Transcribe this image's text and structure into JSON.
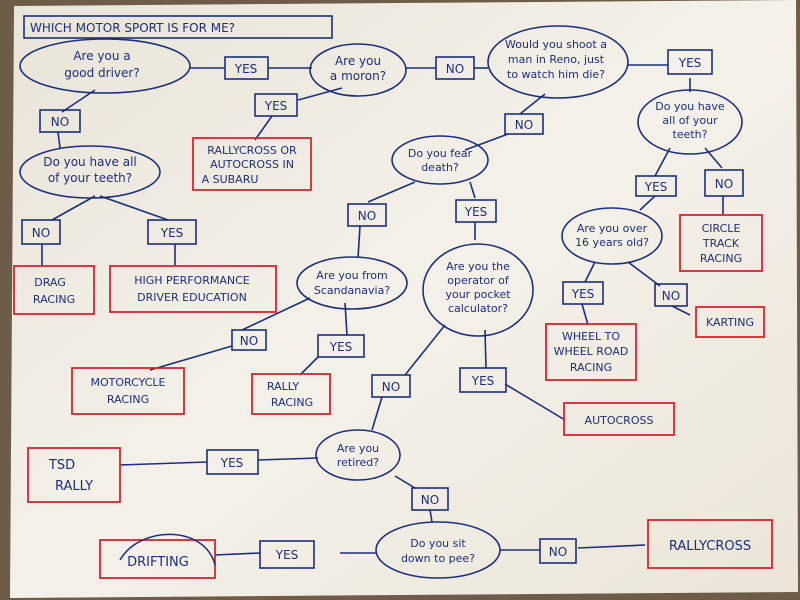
{
  "title": "WHICH MOTOR SPORT IS FOR ME?",
  "colors": {
    "ink": "#1d2f7a",
    "red": "#d8262b",
    "paper": "#f3efe6",
    "background": "#6e5c49"
  },
  "questions": {
    "good_driver": [
      "Are you a",
      "good driver?"
    ],
    "moron": [
      "Are you",
      "a moron?"
    ],
    "shoot": [
      "Would you shoot a",
      "man in Reno, just",
      "to watch him die?"
    ],
    "teeth_left": [
      "Do you have all",
      "of your teeth?"
    ],
    "teeth_right": [
      "Do you have",
      "all of your",
      "teeth?"
    ],
    "fear_death": [
      "Do you fear",
      "death?"
    ],
    "over16": [
      "Are you over",
      "16 years old?"
    ],
    "scandinavia": [
      "Are you from",
      "Scandanavia?"
    ],
    "calculator": [
      "Are you the",
      "operator of",
      "your pocket",
      "calculator?"
    ],
    "retired": [
      "Are you",
      "retired?"
    ],
    "sit_down": [
      "Do you sit",
      "down to pee?"
    ]
  },
  "answers": {
    "yes": "YES",
    "no": "NO"
  },
  "outcomes": {
    "rallycross_subaru": [
      "RALLYCROSS OR",
      "AUTOCROSS IN",
      "A SUBARU"
    ],
    "drag": [
      "DRAG",
      "RACING"
    ],
    "hpde": [
      "HIGH PERFORMANCE",
      "DRIVER EDUCATION"
    ],
    "circle_track": [
      "CIRCLE",
      "TRACK",
      "RACING"
    ],
    "karting": [
      "KARTING"
    ],
    "wheel_to_wheel": [
      "WHEEL TO",
      "WHEEL ROAD",
      "RACING"
    ],
    "motorcycle": [
      "MOTORCYCLE",
      "RACING"
    ],
    "rally": [
      "RALLY",
      "RACING"
    ],
    "autocross": [
      "AUTOCROSS"
    ],
    "tsd": [
      "TSD",
      "RALLY"
    ],
    "drifting": [
      "DRIFTING"
    ],
    "rallycross": [
      "RALLYCROSS"
    ]
  }
}
